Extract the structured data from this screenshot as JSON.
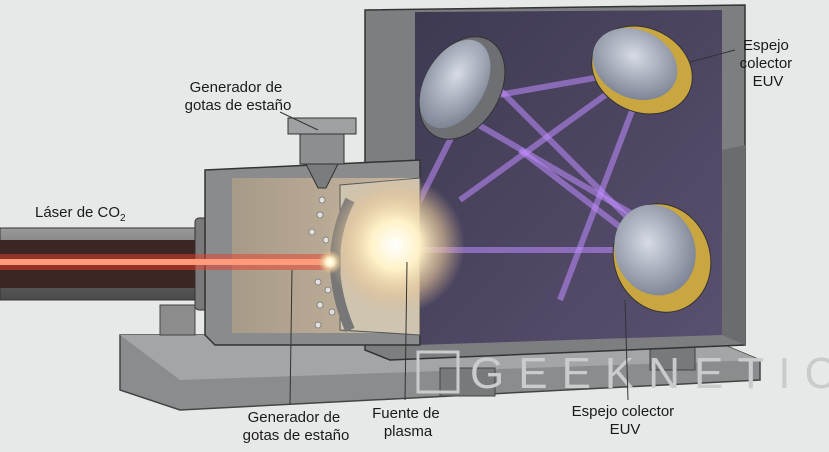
{
  "labels": {
    "droplet_generator_top": [
      "Generador de",
      "gotas de estaño"
    ],
    "co2_laser": "Láser de CO",
    "co2_laser_sub": "2",
    "collector_mirror_top": [
      "Espejo",
      "colector",
      "EUV"
    ],
    "droplet_generator_bottom": [
      "Generador de",
      "gotas de estaño"
    ],
    "plasma_source": [
      "Fuente de",
      "plasma"
    ],
    "collector_mirror_bottom": [
      "Espejo colector",
      "EUV"
    ]
  },
  "watermark": "GEEKNETIC",
  "colors": {
    "background": "#e7e9e9",
    "laser": "#e8402a",
    "euv_light": "#b07cf0",
    "housing": "#8d8f91",
    "interior": "#4b4660"
  }
}
